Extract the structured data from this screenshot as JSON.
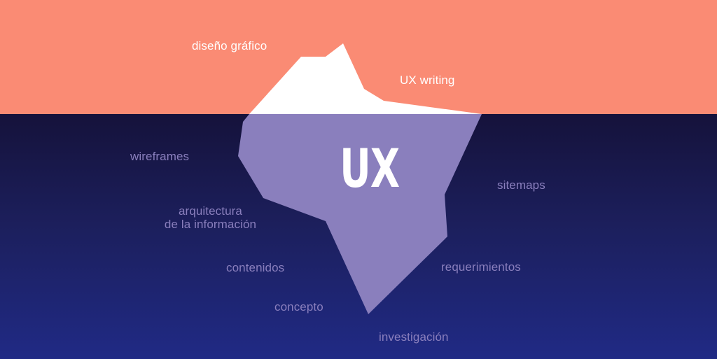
{
  "diagram": {
    "center_label": "UX",
    "above_water": [
      {
        "id": "graphic-design",
        "text": "diseño gráfico"
      },
      {
        "id": "ux-writing",
        "text": "UX writing"
      }
    ],
    "below_water": [
      {
        "id": "wireframes",
        "text": "wireframes"
      },
      {
        "id": "sitemaps",
        "text": "sitemaps"
      },
      {
        "id": "information-architecture",
        "text": "arquitectura\nde la información"
      },
      {
        "id": "contents",
        "text": "contenidos"
      },
      {
        "id": "requirements",
        "text": "requerimientos"
      },
      {
        "id": "concept",
        "text": "concepto"
      },
      {
        "id": "research",
        "text": "investigación"
      }
    ]
  },
  "colors": {
    "sky": "#fa8b74",
    "sea_top": "#15123b",
    "sea_bottom": "#202a85",
    "ice_above": "#ffffff",
    "ice_below": "#8a7fbd",
    "label_above": "#ffffff",
    "label_below": "#8a7fbd"
  }
}
